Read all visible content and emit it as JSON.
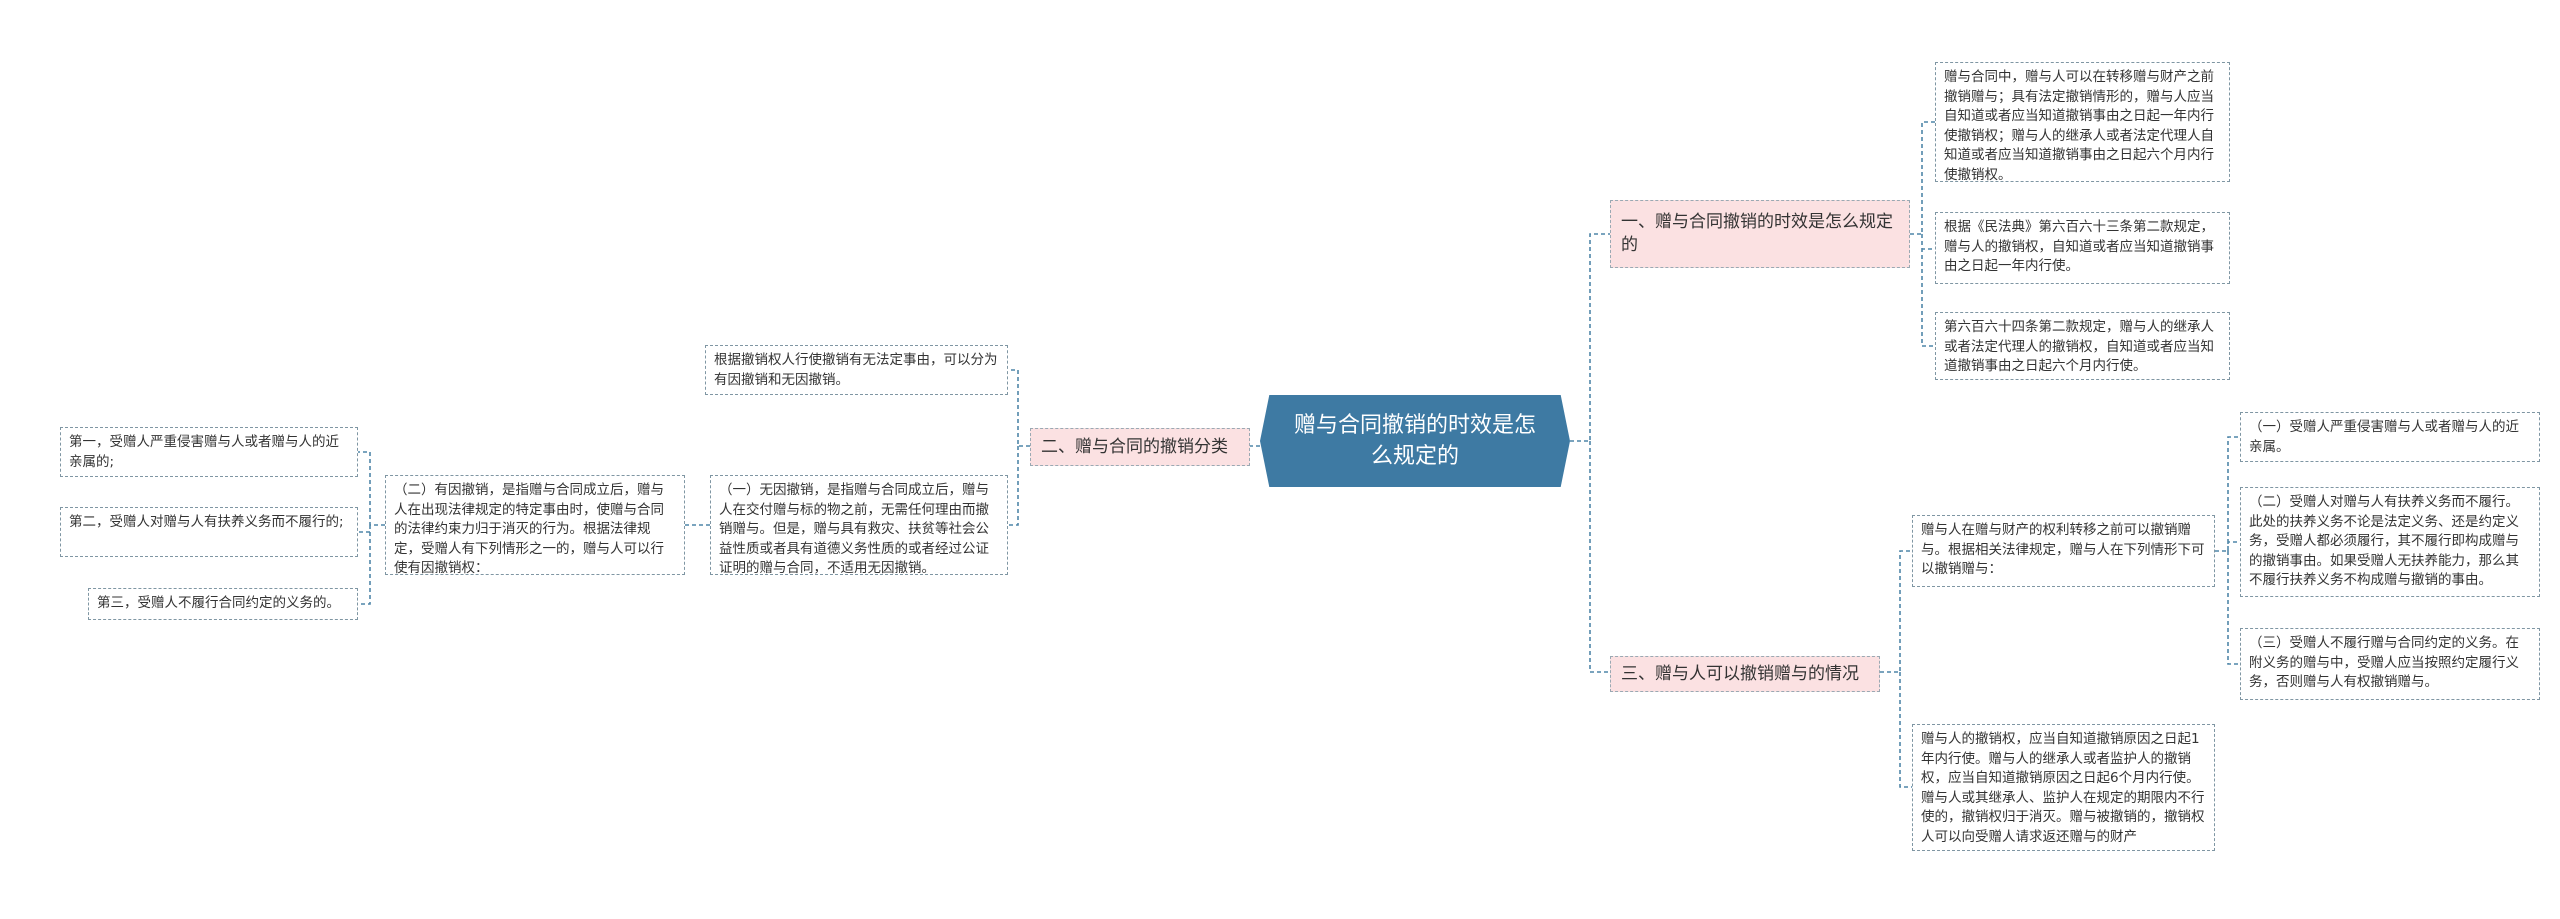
{
  "root": {
    "title": "赠与合同撤销的时效是怎么规定的"
  },
  "branches": {
    "b1": "一、赠与合同撤销的时效是怎么规定的",
    "b2": "二、赠与合同的撤销分类",
    "b3": "三、赠与人可以撤销赠与的情况"
  },
  "leaves": {
    "b1_1": "赠与合同中，赠与人可以在转移赠与财产之前撤销赠与；具有法定撤销情形的，赠与人应当自知道或者应当知道撤销事由之日起一年内行使撤销权；赠与人的继承人或者法定代理人自知道或者应当知道撤销事由之日起六个月内行使撤销权。",
    "b1_2": "根据《民法典》第六百六十三条第二款规定，赠与人的撤销权，自知道或者应当知道撤销事由之日起一年内行使。",
    "b1_3": "第六百六十四条第二款规定，赠与人的继承人或者法定代理人的撤销权，自知道或者应当知道撤销事由之日起六个月内行使。",
    "b2_1": "根据撤销权人行使撤销有无法定事由，可以分为有因撤销和无因撤销。",
    "b2_2": "（一）无因撤销，是指赠与合同成立后，赠与人在交付赠与标的物之前，无需任何理由而撤销赠与。但是，赠与具有救灾、扶贫等社会公益性质或者具有道德义务性质的或者经过公证证明的赠与合同，不适用无因撤销。",
    "b2_3": "（二）有因撤销，是指赠与合同成立后，赠与人在出现法律规定的特定事由时，使赠与合同的法律约束力归于消灭的行为。根据法律规定，受赠人有下列情形之一的，赠与人可以行使有因撤销权：",
    "b2_3_1": "第一，受赠人严重侵害赠与人或者赠与人的近亲属的;",
    "b2_3_2": "第二，受赠人对赠与人有扶养义务而不履行的;",
    "b2_3_3": "第三，受赠人不履行合同约定的义务的。",
    "b3_1": "赠与人在赠与财产的权利转移之前可以撤销赠与。根据相关法律规定，赠与人在下列情形下可以撤销赠与：",
    "b3_1_1": "（一）受赠人严重侵害赠与人或者赠与人的近亲属。",
    "b3_1_2": "（二）受赠人对赠与人有扶养义务而不履行。此处的扶养义务不论是法定义务、还是约定义务，受赠人都必须履行，其不履行即构成赠与的撤销事由。如果受赠人无扶养能力，那么其不履行扶养义务不构成赠与撤销的事由。",
    "b3_1_3": "（三）受赠人不履行赠与合同约定的义务。在附义务的赠与中，受赠人应当按照约定履行义务，否则赠与人有权撤销赠与。",
    "b3_2": "赠与人的撤销权，应当自知道撤销原因之日起1年内行使。赠与人的继承人或者监护人的撤销权，应当自知道撤销原因之日起6个月内行使。赠与人或其继承人、监护人在规定的期限内不行使的，撤销权归于消灭。赠与被撤销的，撤销权人可以向受赠人请求返还赠与的财产"
  },
  "colors": {
    "root": "#3e7aa3",
    "branch": "#fbe1e2",
    "line": "#4f86a8"
  }
}
